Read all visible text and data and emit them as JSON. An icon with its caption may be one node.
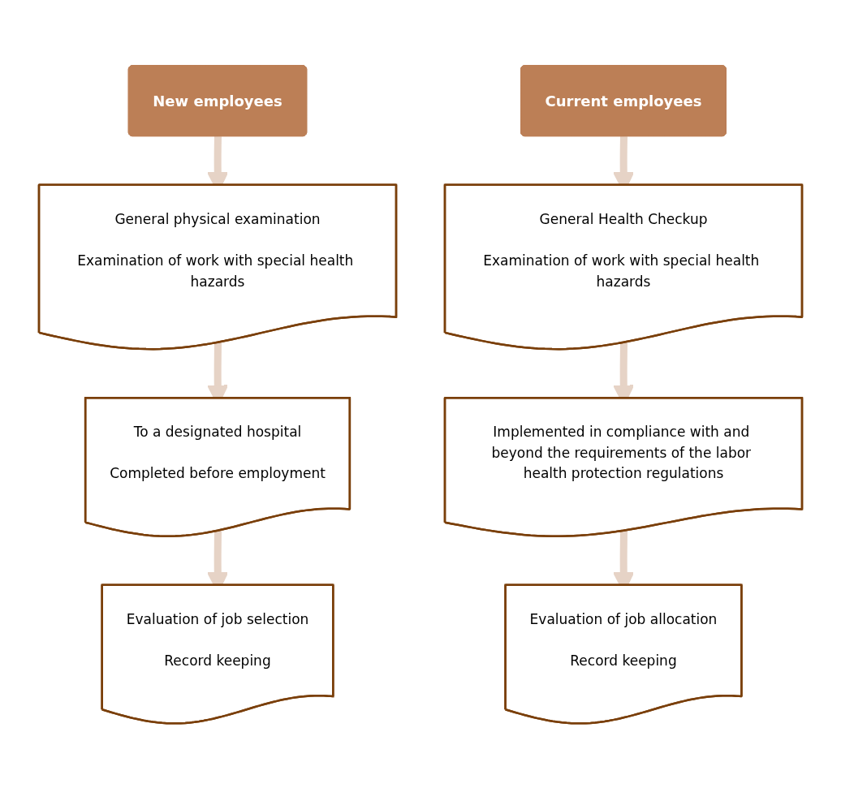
{
  "diagram": {
    "nodes": [
      {
        "text": [
          "New employees"
        ]
      },
      {
        "text": [
          "General physical examination",
          "Examination of work with special health hazards"
        ]
      },
      {
        "text": [
          "To a designated hospital",
          "Completed before employment"
        ]
      },
      {
        "text": [
          "Evaluation of job selection",
          "Record keeping"
        ]
      },
      {
        "text": [
          "Current employees"
        ]
      },
      {
        "text": [
          "General Health Checkup",
          "Examination of work with special health hazards"
        ]
      },
      {
        "text": [
          "Implemented in compliance with and beyond the requirements of the labor health protection regulations"
        ]
      },
      {
        "text": [
          "Evaluation of job allocation",
          "Record keeping"
        ]
      }
    ],
    "edges": [
      {
        "from": 0,
        "to": 1,
        "arrow": "to"
      },
      {
        "from": 1,
        "to": 2,
        "arrow": "to"
      },
      {
        "from": 2,
        "to": 3,
        "arrow": "to"
      },
      {
        "from": 4,
        "to": 5,
        "arrow": "to"
      },
      {
        "from": 5,
        "to": 6,
        "arrow": "to"
      },
      {
        "from": 6,
        "to": 7,
        "arrow": "to"
      }
    ]
  }
}
